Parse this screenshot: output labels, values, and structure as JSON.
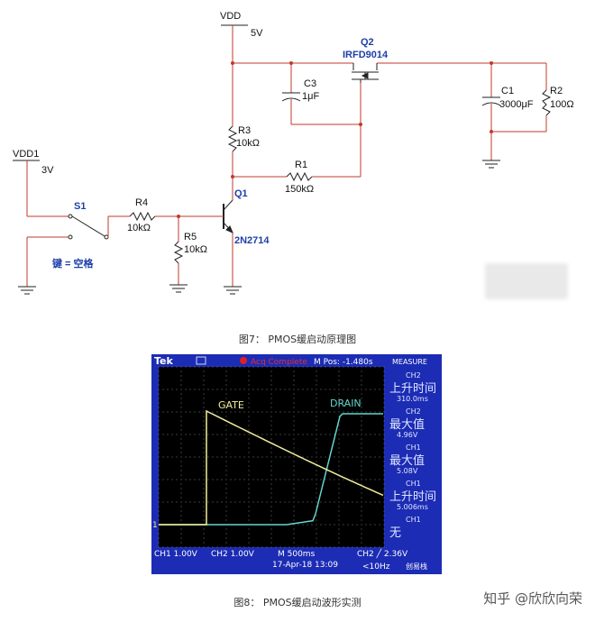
{
  "schematic": {
    "vdd": {
      "name": "VDD",
      "value": "5V"
    },
    "vdd1": {
      "name": "VDD1",
      "value": "3V"
    },
    "q2": {
      "name": "Q2",
      "part": "IRFD9014"
    },
    "c3": {
      "name": "C3",
      "value": "1μF"
    },
    "r3": {
      "name": "R3",
      "value": "10kΩ"
    },
    "r1": {
      "name": "R1",
      "value": "150kΩ"
    },
    "q1": {
      "name": "Q1",
      "part": "2N2714"
    },
    "s1": {
      "name": "S1",
      "key_label": "键 = 空格"
    },
    "r4": {
      "name": "R4",
      "value": "10kΩ"
    },
    "r5": {
      "name": "R5",
      "value": "10kΩ"
    },
    "c1": {
      "name": "C1",
      "value": "3000μF"
    },
    "r2": {
      "name": "R2",
      "value": "100Ω"
    }
  },
  "captions": {
    "fig7": "图7： PMOS缓启动原理图",
    "fig8": "图8： PMOS缓启动波形实测"
  },
  "scope": {
    "brand": "Tek",
    "acq_status": "Acq Complete",
    "m_pos": "M Pos: -1.480s",
    "gate_label": "GATE",
    "drain_label": "DRAIN",
    "bottom": {
      "ch1": "CH1  1.00V",
      "ch2": "CH2  1.00V",
      "timebase": "M 500ms",
      "ch2_trig": "CH2 ╱ 2.36V",
      "date": "17-Apr-18 13:09",
      "freq": "<10Hz"
    },
    "measure": {
      "title": "MEASURE",
      "items": [
        {
          "ch": "CH2",
          "name": "上升时间",
          "value": "310.0ms"
        },
        {
          "ch": "CH2",
          "name": "最大值",
          "value": "4.96V"
        },
        {
          "ch": "CH1",
          "name": "最大值",
          "value": "5.08V"
        },
        {
          "ch": "CH1",
          "name": "上升时间",
          "value": "5.006ms"
        },
        {
          "ch": "CH1",
          "name": "无",
          "value": ""
        }
      ]
    },
    "ch1_marker": "1",
    "badge": "创易栈",
    "colors": {
      "gate": "#f2ee9a",
      "drain": "#64d6cf",
      "screen_bg": "#000000",
      "frame": "#1c2cb4"
    }
  },
  "watermark": "知乎 @欣欣向荣"
}
